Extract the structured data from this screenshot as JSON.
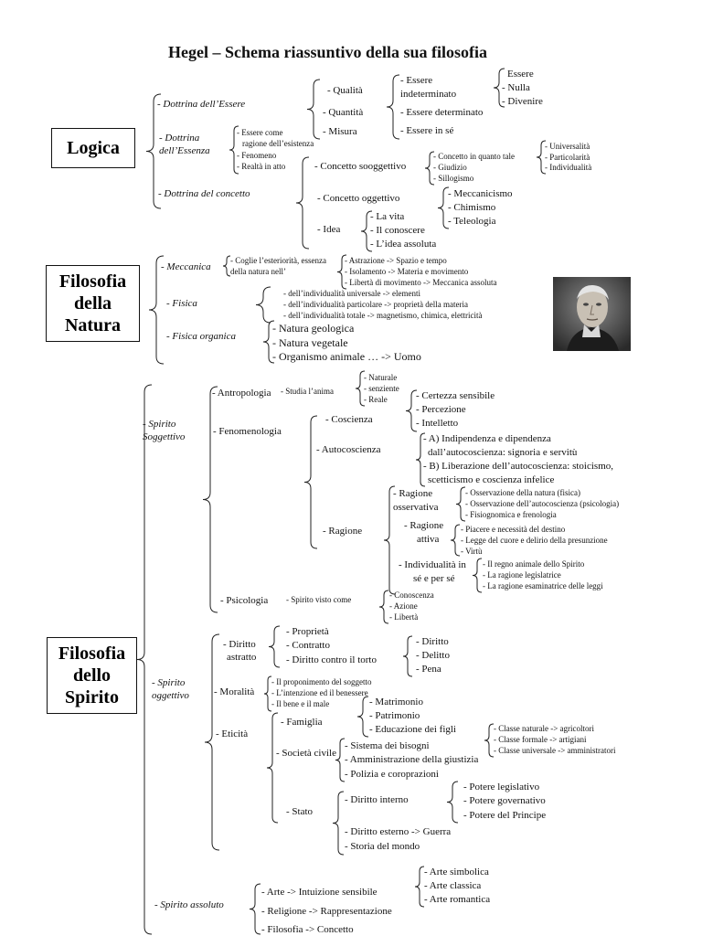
{
  "title": "Hegel – Schema riassuntivo della sua filosofia",
  "sections": {
    "logica": "Logica",
    "natura": [
      "Filosofia",
      "della",
      "Natura"
    ],
    "spirito": [
      "Filosofia",
      "dello",
      "Spirito"
    ]
  },
  "logica": {
    "essere": "- Dottrina dell’Essere",
    "qualita": "- Qualità",
    "quantita": "- Quantità",
    "misura": "- Misura",
    "essere_indet": [
      "- Essere",
      "indeterminato"
    ],
    "essere_det": "- Essere determinato",
    "essere_in_se": "- Essere in sé",
    "essere2": "Essere",
    "nulla": "- Nulla",
    "divenire": "- Divenire",
    "essenza": [
      "- Dottrina",
      "dell’Essenza"
    ],
    "essenza_items": [
      "- Essere come",
      "ragione dell’esistenza",
      "- Fenomeno",
      "- Realtà in atto"
    ],
    "concetto": "- Dottrina del concetto",
    "sogg": "- Concetto sooggettivo",
    "sogg_items": [
      "- Concetto in quanto tale",
      "- Giudizio",
      "- Sillogismo"
    ],
    "univ_items": [
      "- Universalità",
      "- Particolarità",
      "- Individualità"
    ],
    "ogg": "- Concetto oggettivo",
    "ogg_items": [
      "- Meccanicismo",
      "- Chimismo",
      "- Teleologia"
    ],
    "idea": "- Idea",
    "idea_items": [
      "- La vita",
      "- Il conoscere",
      "- L’idea assoluta"
    ]
  },
  "natura": {
    "meccanica": "- Meccanica",
    "meccanica_desc": [
      "- Coglie l’esteriorità, essenza",
      "della natura nell’"
    ],
    "meccanica_items": [
      "- Astrazione -> Spazio e tempo",
      "- Isolamento -> Materia e movimento",
      "- Libertà di movimento -> Meccanica assoluta"
    ],
    "fisica": "- Fisica",
    "fisica_items": [
      "- dell’individualità universale -> elementi",
      "- dell’individualità particolare -> proprietà della materia",
      "- dell’individualità totale -> magnetismo, chimica, elettricità"
    ],
    "organica": "- Fisica organica",
    "organica_items": [
      "- Natura geologica",
      "- Natura vegetale",
      "- Organismo animale … -> Uomo"
    ]
  },
  "spirito": {
    "soggettivo": [
      "- Spirito",
      "Soggettivo"
    ],
    "antropologia": "- Antropologia",
    "antropologia_desc": "- Studia l’anima",
    "anima_items": [
      "- Naturale",
      "- senziente",
      "- Reale"
    ],
    "fenomenologia": "- Fenomenologia",
    "coscienza": "- Coscienza",
    "coscienza_items": [
      "- Certezza sensibile",
      "- Percezione",
      "- Intelletto"
    ],
    "autocoscienza": "- Autocoscienza",
    "auto_items": [
      "- A) Indipendenza e dipendenza",
      "dall’autocoscienza: signoria e servitù",
      "- B) Liberazione dell’autocoscienza: stoicismo,",
      "scetticismo e coscienza infelice"
    ],
    "ragione": "- Ragione",
    "oss": [
      "- Ragione",
      "osservativa"
    ],
    "oss_items": [
      "- Osservazione della natura (fisica)",
      "- Osservazione dell’autocoscienza (psicologia)",
      "- Fisiognomica e frenologia"
    ],
    "attiva": [
      "- Ragione",
      "attiva"
    ],
    "attiva_items": [
      "- Piacere e necessità del destino",
      "- Legge del cuore e delirio della presunzione",
      "- Virtù"
    ],
    "indiv": [
      "- Individualità in",
      "sé e per sé"
    ],
    "indiv_items": [
      "- Il regno animale dello Spirito",
      "- La ragione legislatrice",
      "- La ragione esaminatrice delle leggi"
    ],
    "psicologia": "- Psicologia",
    "psicologia_desc": "- Spirito visto come",
    "psico_items": [
      "- Conoscenza",
      "- Azione",
      "- Libertà"
    ],
    "oggettivo": [
      "- Spirito",
      "oggettivo"
    ],
    "diritto": [
      "- Diritto",
      "astratto"
    ],
    "diritto_items": [
      "- Proprietà",
      "- Contratto",
      "- Diritto contro il torto"
    ],
    "torto_items": [
      "- Diritto",
      "- Delitto",
      "- Pena"
    ],
    "moralita": "- Moralità",
    "moralita_items": [
      "- Il proponimento del soggetto",
      "- L’intenzione ed il benessere",
      "- Il bene e il male"
    ],
    "eticita": "- Eticità",
    "famiglia": "- Famiglia",
    "famiglia_items": [
      "- Matrimonio",
      "- Patrimonio",
      "- Educazione dei figli"
    ],
    "societa": "- Società civile",
    "societa_items": [
      "- Sistema dei bisogni",
      "- Amministrazione della giustizia",
      "- Polizia e coroprazioni"
    ],
    "classi": [
      "- Classe naturale -> agricoltori",
      "- Classe formale -> artigiani",
      "- Classe universale -> amministratori"
    ],
    "stato": "- Stato",
    "diritto_interno": "- Diritto interno",
    "poteri": [
      "- Potere legislativo",
      "- Potere governativo",
      "- Potere del Principe"
    ],
    "diritto_esterno": "- Diritto esterno  -> Guerra",
    "storia": "- Storia del mondo",
    "assoluto": "- Spirito assoluto",
    "assoluto_items": [
      "- Arte  -> Intuizione sensibile",
      "- Religione  -> Rappresentazione",
      "- Filosofia  -> Concetto"
    ],
    "arte_items": [
      "- Arte simbolica",
      "- Arte classica",
      "- Arte romantica"
    ]
  },
  "portrait_icon": "hegel-portrait"
}
